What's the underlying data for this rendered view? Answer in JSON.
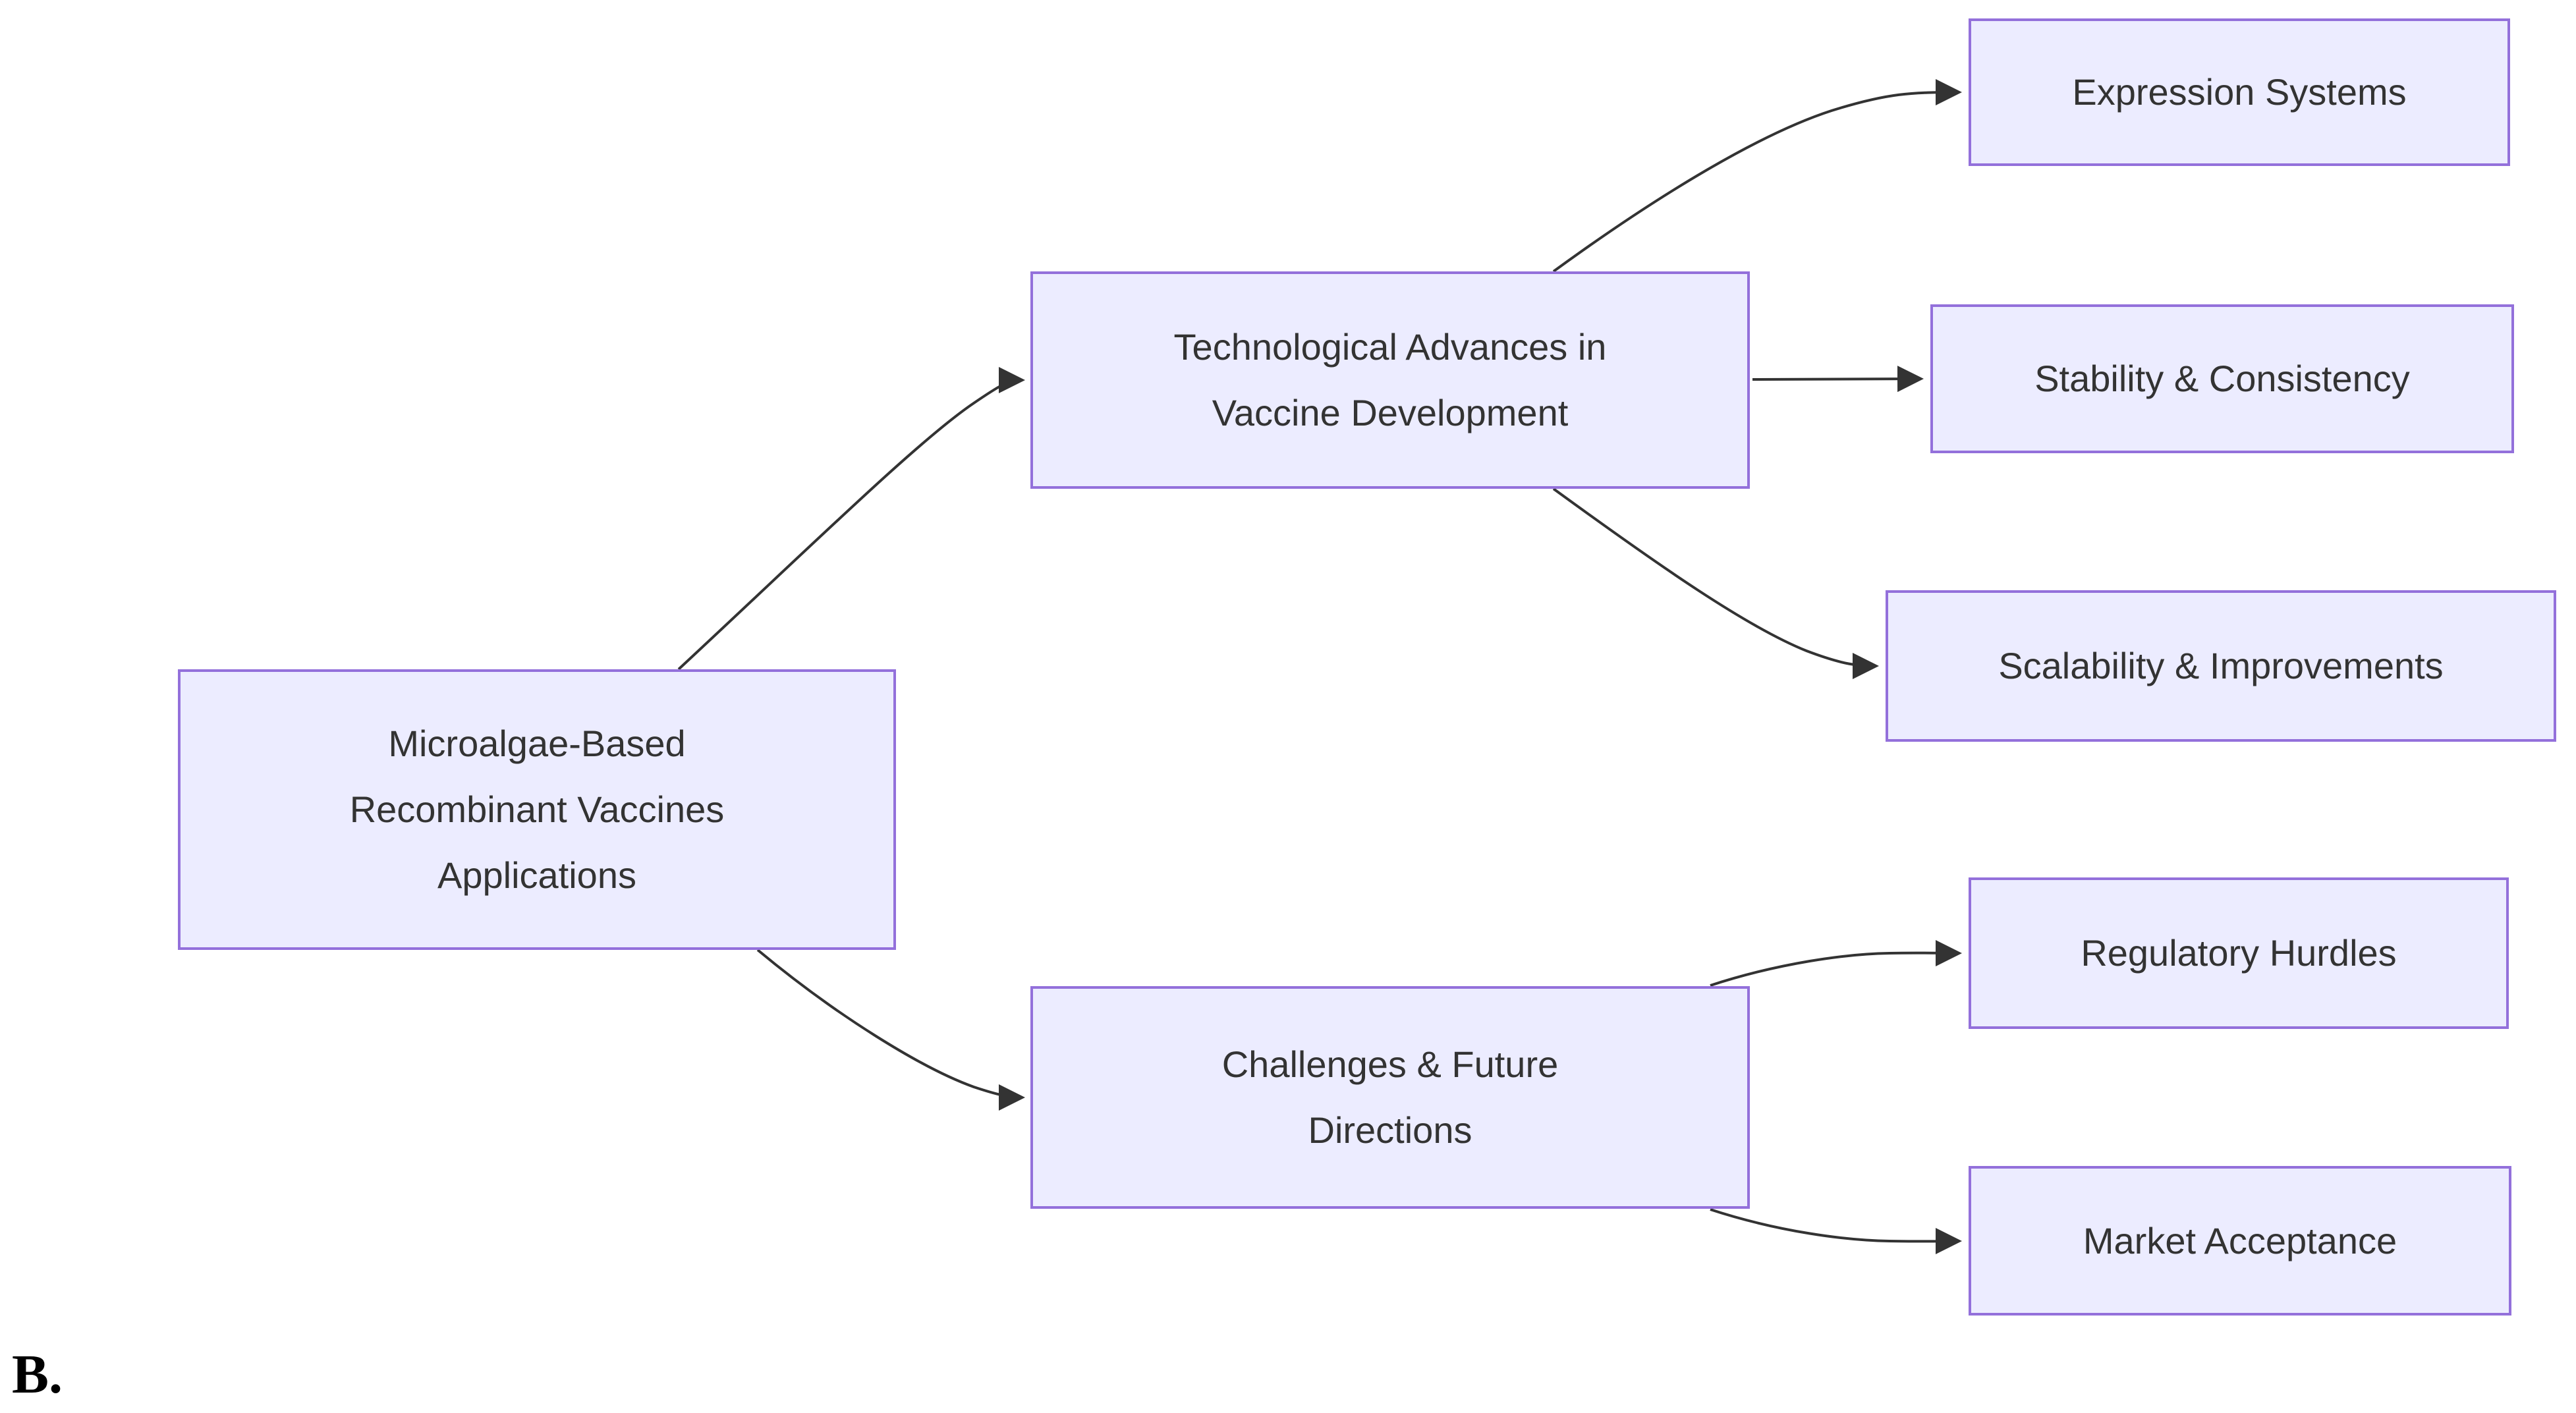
{
  "figure_label": "B.",
  "colors": {
    "background": "#FFFFFF",
    "node_fill": "#ECECFF",
    "node_border": "#9370DB",
    "edge_line": "#333333",
    "node_text": "#333333",
    "figure_label_color": "#000000"
  },
  "diagram": {
    "type": "flowchart",
    "direction": "left-to-right",
    "nodes": [
      {
        "id": "root",
        "label": "Microalgae-Based Recombinant Vaccines Applications",
        "display": "Microalgae-Based\nRecombinant Vaccines\nApplications"
      },
      {
        "id": "tech",
        "label": "Technological Advances in Vaccine Development",
        "display": "Technological Advances in\nVaccine Development"
      },
      {
        "id": "challenges",
        "label": "Challenges & Future Directions",
        "display": "Challenges & Future\nDirections"
      },
      {
        "id": "expression",
        "label": "Expression Systems",
        "display": "Expression Systems"
      },
      {
        "id": "stability",
        "label": "Stability & Consistency",
        "display": "Stability & Consistency"
      },
      {
        "id": "scalability",
        "label": "Scalability & Improvements",
        "display": "Scalability & Improvements"
      },
      {
        "id": "regulatory",
        "label": "Regulatory Hurdles",
        "display": "Regulatory Hurdles"
      },
      {
        "id": "market",
        "label": "Market Acceptance",
        "display": "Market Acceptance"
      }
    ],
    "edges": [
      {
        "from": "root",
        "to": "tech"
      },
      {
        "from": "root",
        "to": "challenges"
      },
      {
        "from": "tech",
        "to": "expression"
      },
      {
        "from": "tech",
        "to": "stability"
      },
      {
        "from": "tech",
        "to": "scalability"
      },
      {
        "from": "challenges",
        "to": "regulatory"
      },
      {
        "from": "challenges",
        "to": "market"
      }
    ]
  }
}
